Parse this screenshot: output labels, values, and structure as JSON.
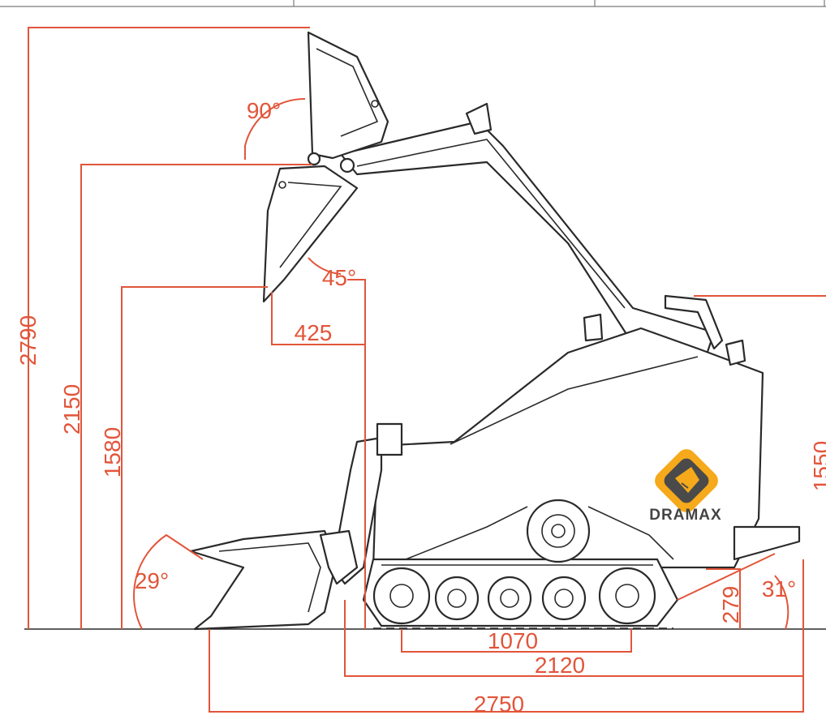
{
  "diagram": {
    "dimensions": {
      "overall_height": "2790",
      "bucket_pin_height": "2150",
      "dump_height": "1580",
      "dump_reach": "425",
      "dump_angle": "45°",
      "rollback_angle_raised": "90°",
      "rollback_angle_ground": "29°",
      "departure_angle": "31°",
      "ground_clearance": "279",
      "track_length": "1070",
      "length_without_bucket": "2120",
      "overall_length": "2750",
      "machine_height_partial": "1550"
    },
    "brand": {
      "name": "DRAMAX",
      "colors": {
        "badge": "#f5a91b",
        "badge_dark": "#4a4a4a"
      }
    },
    "colors": {
      "dimension": "#e2553a",
      "line": "#2a2a2a"
    }
  }
}
